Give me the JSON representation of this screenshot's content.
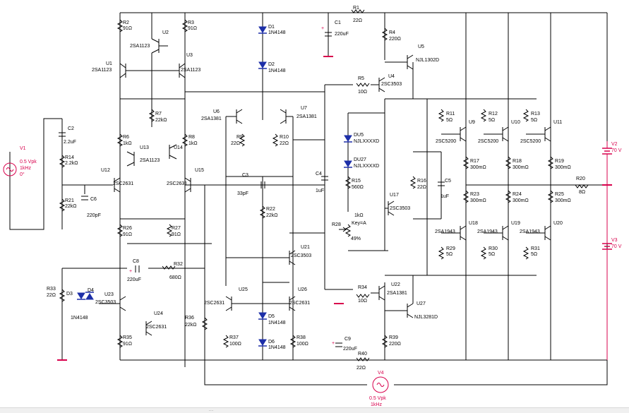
{
  "components": {
    "R1": {
      "ref": "R1",
      "val": "22Ω"
    },
    "R2": {
      "ref": "R2",
      "val": "91Ω"
    },
    "R3": {
      "ref": "R3",
      "val": "91Ω"
    },
    "R4": {
      "ref": "R4",
      "val": "220Ω"
    },
    "R5": {
      "ref": "R5",
      "val": "10Ω"
    },
    "R6": {
      "ref": "R6",
      "val": "1kΩ"
    },
    "R7": {
      "ref": "R7",
      "val": "22kΩ"
    },
    "R8": {
      "ref": "R8",
      "val": "1kΩ"
    },
    "R9": {
      "ref": "R9",
      "val": "22Ω"
    },
    "R10": {
      "ref": "R10",
      "val": "22Ω"
    },
    "R11": {
      "ref": "R11",
      "val": "5Ω"
    },
    "R12": {
      "ref": "R12",
      "val": "5Ω"
    },
    "R13": {
      "ref": "R13",
      "val": "5Ω"
    },
    "R14": {
      "ref": "R14",
      "val": "2.2kΩ"
    },
    "R15": {
      "ref": "R15",
      "val": "560Ω"
    },
    "R16": {
      "ref": "R16",
      "val": "22Ω"
    },
    "R17": {
      "ref": "R17",
      "val": "300mΩ"
    },
    "R18": {
      "ref": "R18",
      "val": "300mΩ"
    },
    "R19": {
      "ref": "R19",
      "val": "300mΩ"
    },
    "R20": {
      "ref": "R20",
      "val": "8Ω"
    },
    "R21": {
      "ref": "R21",
      "val": "22kΩ"
    },
    "R22": {
      "ref": "R22",
      "val": "22kΩ"
    },
    "R23": {
      "ref": "R23",
      "val": "300mΩ"
    },
    "R24": {
      "ref": "R24",
      "val": "300mΩ"
    },
    "R25": {
      "ref": "R25",
      "val": "300mΩ"
    },
    "R26": {
      "ref": "R26",
      "val": "91Ω"
    },
    "R27": {
      "ref": "R27",
      "val": "91Ω"
    },
    "R28": {
      "ref": "R28",
      "val": "1kΩ",
      "key": "Key=A",
      "pct": "49%"
    },
    "R29": {
      "ref": "R29",
      "val": "5Ω"
    },
    "R30": {
      "ref": "R30",
      "val": "5Ω"
    },
    "R31": {
      "ref": "R31",
      "val": "5Ω"
    },
    "R32": {
      "ref": "R32",
      "val": "680Ω"
    },
    "R33": {
      "ref": "R33",
      "val": "22Ω"
    },
    "R34": {
      "ref": "R34",
      "val": "10Ω"
    },
    "R35": {
      "ref": "R35",
      "val": "91Ω"
    },
    "R36": {
      "ref": "R36",
      "val": "22kΩ"
    },
    "R37": {
      "ref": "R37",
      "val": "100Ω"
    },
    "R38": {
      "ref": "R38",
      "val": "100Ω"
    },
    "R39": {
      "ref": "R39",
      "val": "220Ω"
    },
    "R40": {
      "ref": "R40",
      "val": "22Ω"
    },
    "C1": {
      "ref": "C1",
      "val": "220uF"
    },
    "C2": {
      "ref": "C2",
      "val": "2.2uF"
    },
    "C3": {
      "ref": "C3",
      "val": "33pF"
    },
    "C4": {
      "ref": "C4",
      "val": "1uF"
    },
    "C5": {
      "ref": "C5",
      "val": "1uF"
    },
    "C6": {
      "ref": "C6",
      "val": "220pF"
    },
    "C8": {
      "ref": "C8",
      "val": "220uF"
    },
    "C9": {
      "ref": "C9",
      "val": "220uF"
    },
    "D1": {
      "ref": "D1",
      "val": "1N4148"
    },
    "D2": {
      "ref": "D2",
      "val": "1N4148"
    },
    "D3": {
      "ref": "D3",
      "val": ""
    },
    "D4": {
      "ref": "D4",
      "val": "1N4148"
    },
    "D5": {
      "ref": "D5",
      "val": "1N4148"
    },
    "D6": {
      "ref": "D6",
      "val": "1N4148"
    },
    "DU5": {
      "ref": "DU5",
      "val": "NJLXXXXD"
    },
    "DU27": {
      "ref": "DU27",
      "val": "NJLXXXXD"
    },
    "U1": {
      "ref": "U1",
      "val": "2SA1123"
    },
    "U2": {
      "ref": "U2",
      "val": "2SA1123"
    },
    "U3": {
      "ref": "U3",
      "val": "2SA1123"
    },
    "U4": {
      "ref": "U4",
      "val": "2SC3503"
    },
    "U5": {
      "ref": "U5",
      "val": "NJL1302D"
    },
    "U6": {
      "ref": "U6",
      "val": "2SA1381"
    },
    "U7": {
      "ref": "U7",
      "val": "2SA1381"
    },
    "U9": {
      "ref": "U9",
      "val": "2SC5200"
    },
    "U10": {
      "ref": "U10",
      "val": "2SC5200"
    },
    "U11": {
      "ref": "U11",
      "val": "2SC5200"
    },
    "U12": {
      "ref": "U12",
      "val": "2SC2631"
    },
    "U13": {
      "ref": "U13",
      "val": "2SA1123"
    },
    "U14": {
      "ref": "U14",
      "val": ""
    },
    "U15": {
      "ref": "U15",
      "val": "2SC2631"
    },
    "U17": {
      "ref": "U17",
      "val": "2SC3503"
    },
    "U18": {
      "ref": "U18",
      "val": "2SA1943"
    },
    "U19": {
      "ref": "U19",
      "val": "2SA1943"
    },
    "U20": {
      "ref": "U20",
      "val": "2SA1943"
    },
    "U21": {
      "ref": "U21",
      "val": "2SC3503"
    },
    "U22": {
      "ref": "U22",
      "val": "2SA1381"
    },
    "U23": {
      "ref": "U23",
      "val": "2SC3503"
    },
    "U24": {
      "ref": "U24",
      "val": "2SC2631"
    },
    "U25": {
      "ref": "U25",
      "val": "2SC2631"
    },
    "U26": {
      "ref": "U26",
      "val": "2SC2631"
    },
    "U27": {
      "ref": "U27",
      "val": "NJL3281D"
    },
    "V1": {
      "ref": "V1",
      "l1": "0.5 Vpk",
      "l2": "1kHz",
      "l3": "0°"
    },
    "V2": {
      "ref": "V2",
      "val": "70 V"
    },
    "V3": {
      "ref": "V3",
      "val": "70 V"
    },
    "V4": {
      "ref": "V4",
      "l1": "0.5 Vpk",
      "l2": "1kHz"
    }
  },
  "colors": {
    "wire": "#000000",
    "component": "#1d2fa8",
    "source": "#d8004c"
  },
  "statusbar": {
    "grip": "....."
  }
}
